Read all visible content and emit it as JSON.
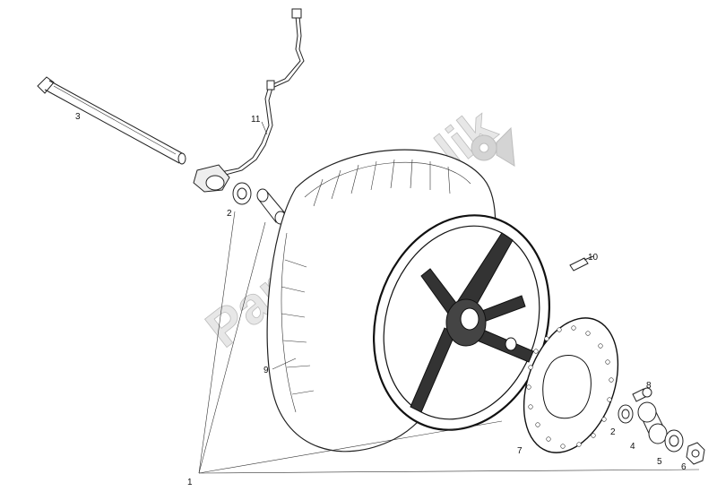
{
  "watermark": "PartsRepublik",
  "callouts": {
    "axle": "3",
    "bearing_left": "2",
    "spacer_sensor": "11",
    "rim": "9",
    "valve": "10",
    "screw": "8",
    "brake_disc": "7",
    "bearing_right": "2",
    "spacer_right": "4",
    "seal": "5",
    "nut": "6",
    "wheel_assembly": "1"
  }
}
